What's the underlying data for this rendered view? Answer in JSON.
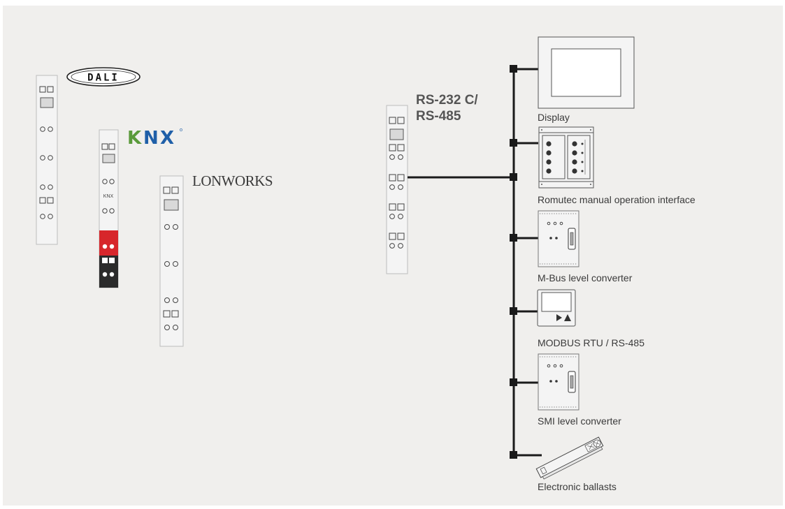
{
  "logos": {
    "dali": "DALI",
    "knx": "KNX",
    "lonworks": "LONWORKS"
  },
  "modules": {
    "knx_module_text": "KNX"
  },
  "gateway": {
    "label_line1": "RS-232 C/",
    "label_line2": "RS-485"
  },
  "devices": [
    {
      "label": "Display"
    },
    {
      "label": "Romutec manual operation interface"
    },
    {
      "label": "M-Bus level converter"
    },
    {
      "label": "MODBUS RTU / RS-485"
    },
    {
      "label": "SMI level converter"
    },
    {
      "label": "Electronic ballasts"
    }
  ],
  "colors": {
    "background": "#f0efed",
    "module_fill": "#f4f4f4",
    "module_stroke": "#bbbbbb",
    "bus_line": "#1a1a1a",
    "knx_green": "#5a9a3a",
    "knx_blue": "#1f5fa8",
    "terminal_red": "#d7262b",
    "terminal_black": "#2b2b2b"
  }
}
